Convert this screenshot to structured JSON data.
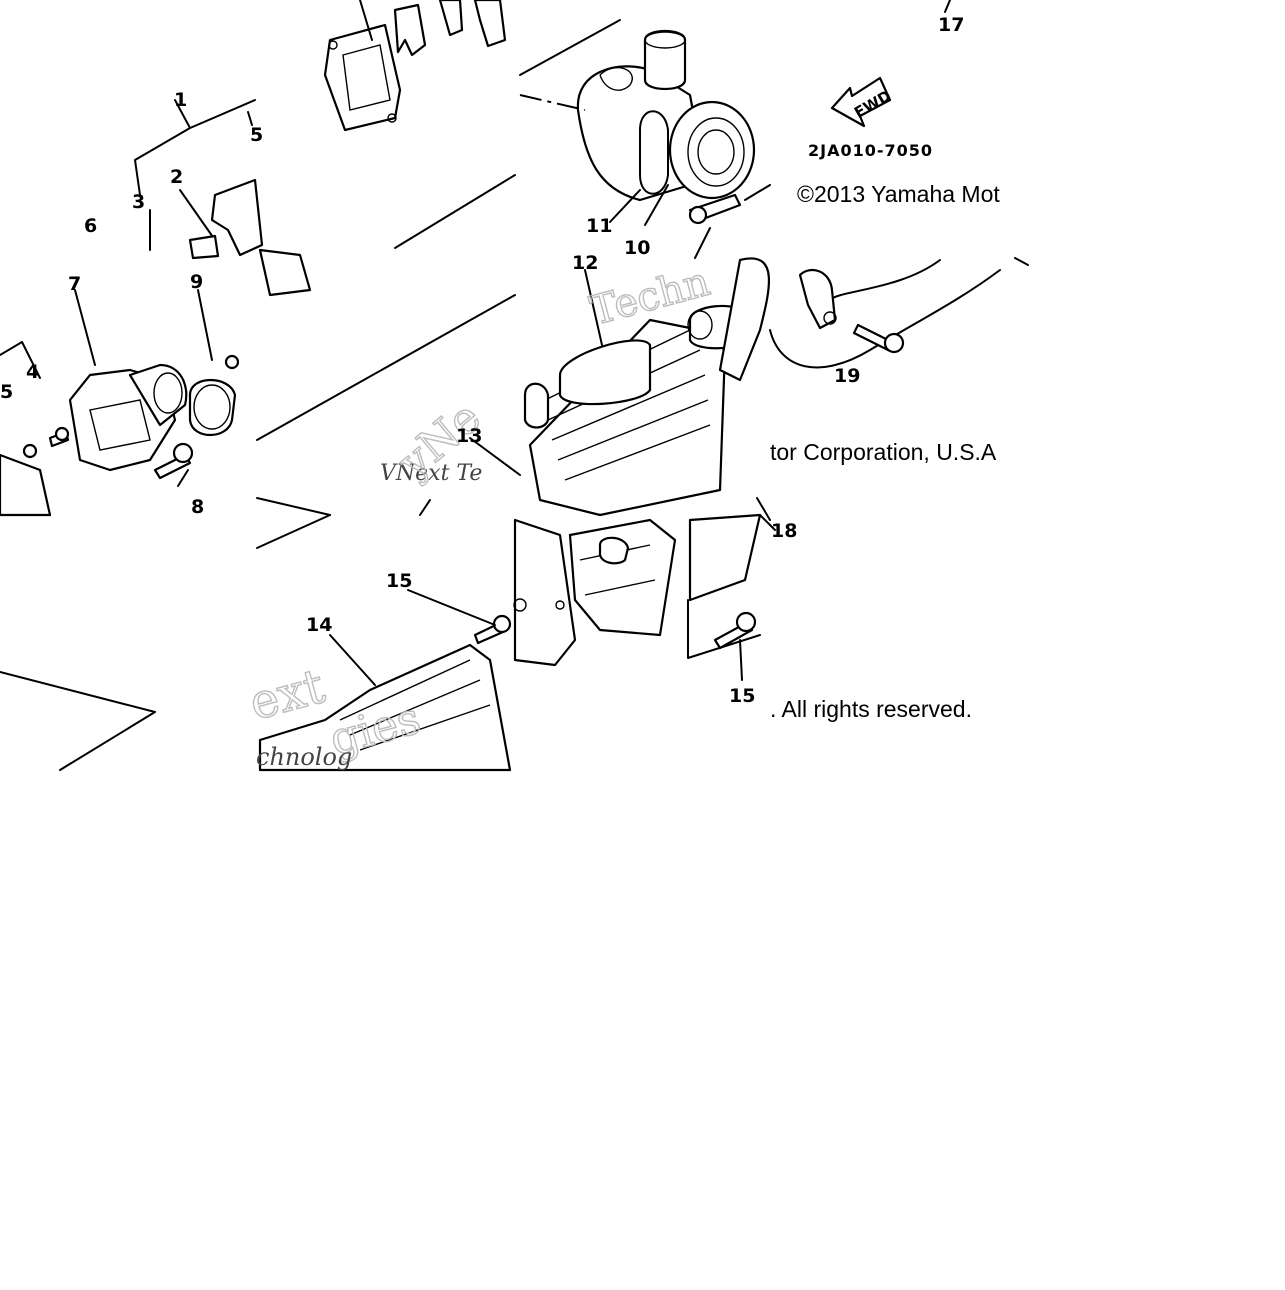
{
  "diagram": {
    "part_code": "2JA010-7050",
    "fwd_label": "FWD",
    "copyright": {
      "line1": "©2013 Yamaha Mot",
      "line2": "tor Corporation, U.S.A",
      "line3": ". All rights reserved."
    },
    "watermarks": {
      "w1": "Techn",
      "w2": "yNe",
      "w3": "VNext Te",
      "w4": "ext",
      "w5": "gies",
      "w6": "chnolog"
    },
    "callouts": {
      "c1": "1",
      "c2": "2",
      "c3": "3",
      "c4": "4",
      "c5": "5",
      "c5b": "5",
      "c6": "6",
      "c7": "7",
      "c8": "8",
      "c9": "9",
      "c10": "10",
      "c11": "11",
      "c12": "12",
      "c13": "13",
      "c14": "14",
      "c15a": "15",
      "c15b": "15",
      "c17": "17",
      "c18": "18",
      "c19": "19"
    }
  }
}
